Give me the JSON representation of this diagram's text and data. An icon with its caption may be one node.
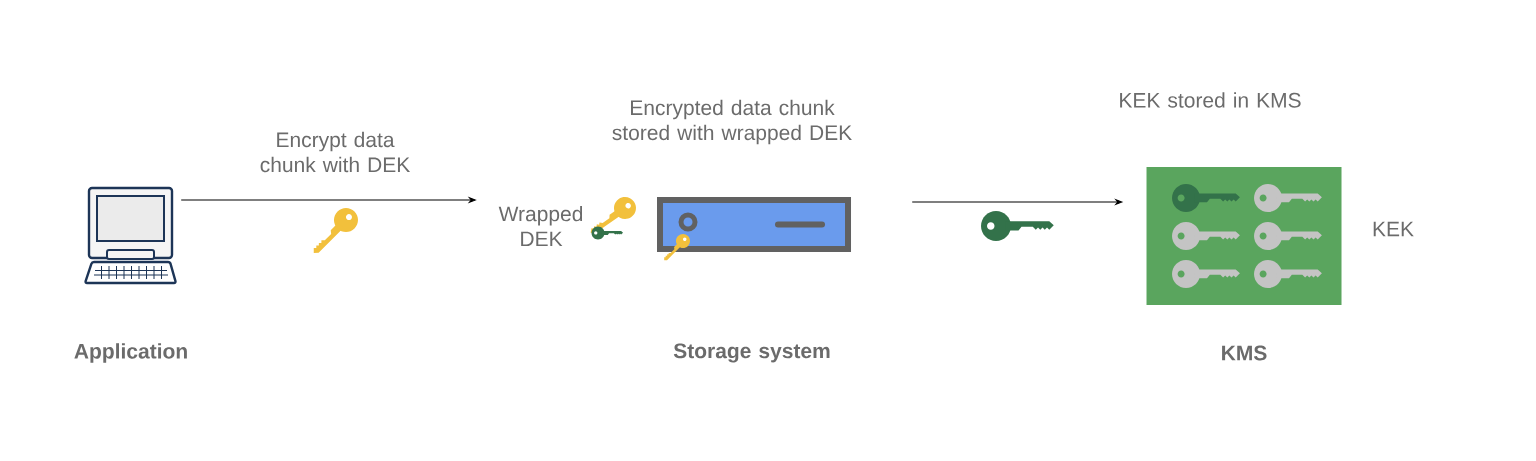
{
  "diagram": {
    "nodes": [
      {
        "text": [
          "Application"
        ]
      },
      {
        "text": [
          "Encrypted data chunk stored with wrapped DEK",
          "Storage system"
        ],
        "beside": [
          "Wrapped DEK"
        ]
      },
      {
        "text": [
          "KEK stored in KMS",
          "KMS"
        ],
        "beside": [
          "KEK"
        ]
      }
    ],
    "edges": [
      {
        "from": 0,
        "to": 1,
        "arrow": "to",
        "label": "Encrypt data chunk with DEK"
      },
      {
        "from": 1,
        "to": 2,
        "arrow": "to"
      }
    ]
  }
}
